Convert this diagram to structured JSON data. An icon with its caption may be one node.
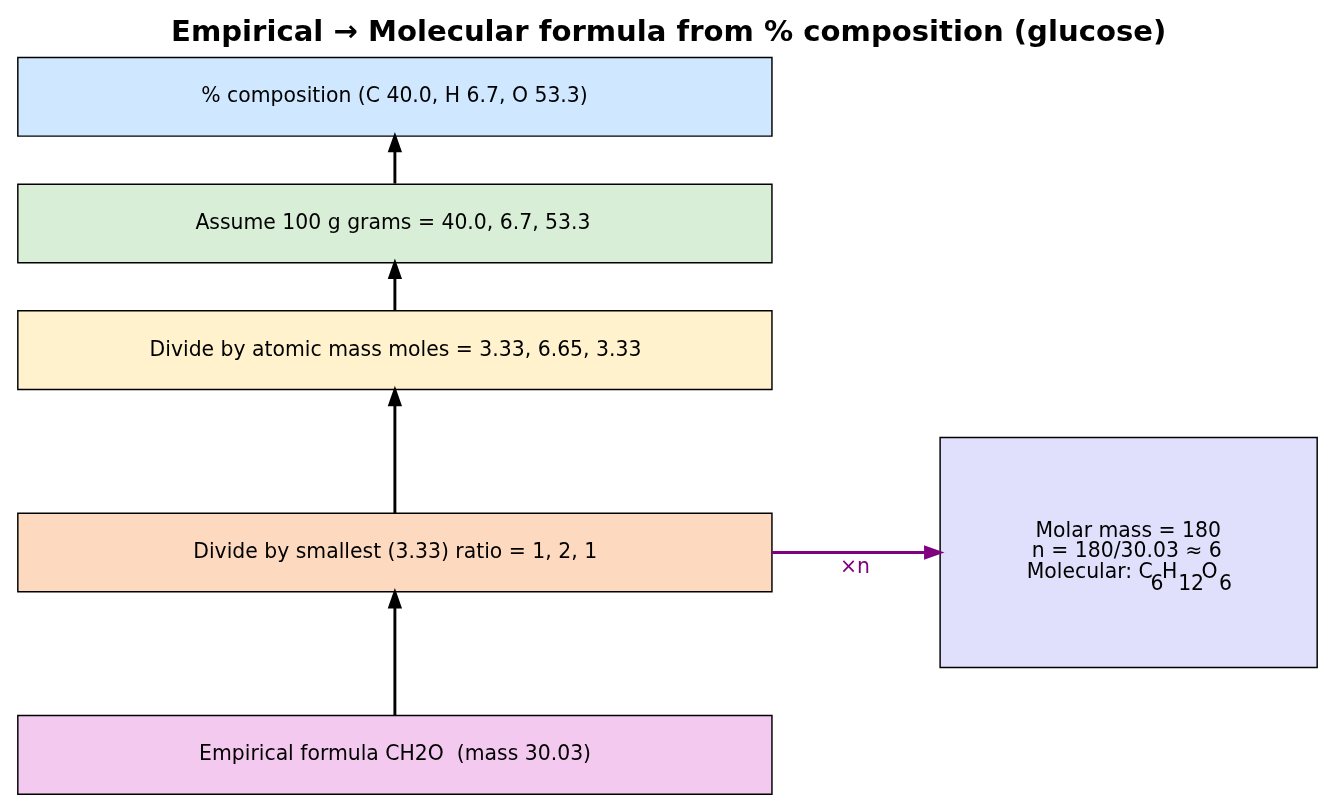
{
  "diagram": {
    "title": "Empirical → Molecular formula from % composition (glucose)",
    "nodes": [
      {
        "text": [
          "% composition (C 40.0, H 6.7, O 53.3)"
        ]
      },
      {
        "text": [
          "Assume 100 g grams = 40.0, 6.7, 53.3"
        ]
      },
      {
        "text": [
          "Divide by atomic mass moles = 3.33, 6.65, 3.33"
        ]
      },
      {
        "text": [
          "Divide by smallest (3.33) ratio = 1, 2, 1"
        ]
      },
      {
        "text": [
          "Empirical formula CH2O  (mass 30.03)"
        ]
      },
      {
        "text": [
          "Molar mass = 180",
          "n = 180/30.03 ≈ 6",
          "Molecular: C$_{6}$H$_{12}$O$_{6}$"
        ]
      }
    ],
    "edges": [
      {
        "from": 4,
        "to": 3,
        "arrow": "to"
      },
      {
        "from": 3,
        "to": 2,
        "arrow": "to"
      },
      {
        "from": 2,
        "to": 1,
        "arrow": "to"
      },
      {
        "from": 1,
        "to": 0,
        "arrow": "to"
      },
      {
        "from": 3,
        "to": 5,
        "arrow": "to",
        "label": "×n",
        "color": "#800080"
      }
    ]
  }
}
